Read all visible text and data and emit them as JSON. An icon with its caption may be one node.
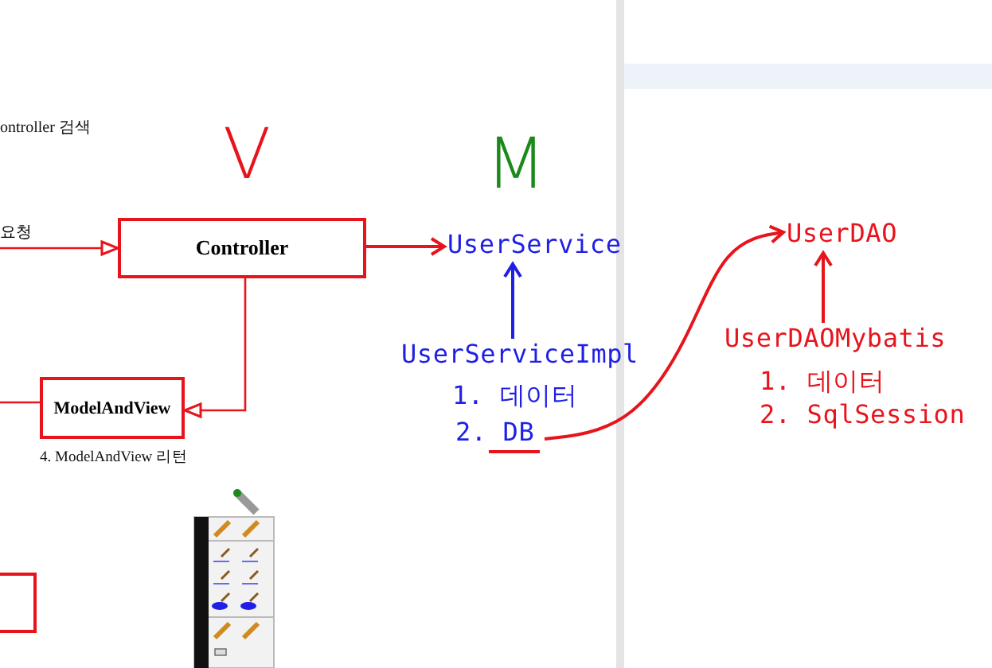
{
  "diagram": {
    "nodes": [
      {
        "text": [
          "Controller"
        ]
      },
      {
        "text": [
          "ModelAndView"
        ],
        "beside": [
          "4. ModelAndView 리턴"
        ]
      },
      {
        "text": [
          "UserService"
        ]
      },
      {
        "text": [
          "UserServiceImpl"
        ]
      },
      {
        "text": [
          "2. DB"
        ]
      },
      {
        "text": [
          "UserDAO"
        ]
      },
      {
        "text": [
          "UserDAOMybatis",
          "1. 데이터",
          "2. SqlSession"
        ]
      },
      {
        "text": [],
        "shape": "box"
      }
    ],
    "edges": [
      {
        "from": null,
        "to": 0,
        "arrow": "to",
        "label": "요청"
      },
      {
        "from": 0,
        "to": 1,
        "arrow": "to"
      },
      {
        "from": 1,
        "to": null,
        "arrow": "none"
      },
      {
        "from": 0,
        "to": 2,
        "arrow": "to"
      },
      {
        "from": 3,
        "to": 2,
        "arrow": "to",
        "color": "#1f1fe6"
      },
      {
        "from": 4,
        "to": 5,
        "arrow": "to"
      },
      {
        "from": 6,
        "to": 5,
        "arrow": "to"
      }
    ],
    "labels": [
      "ontroller 검색",
      "V",
      "M",
      "1. 데이터"
    ]
  }
}
